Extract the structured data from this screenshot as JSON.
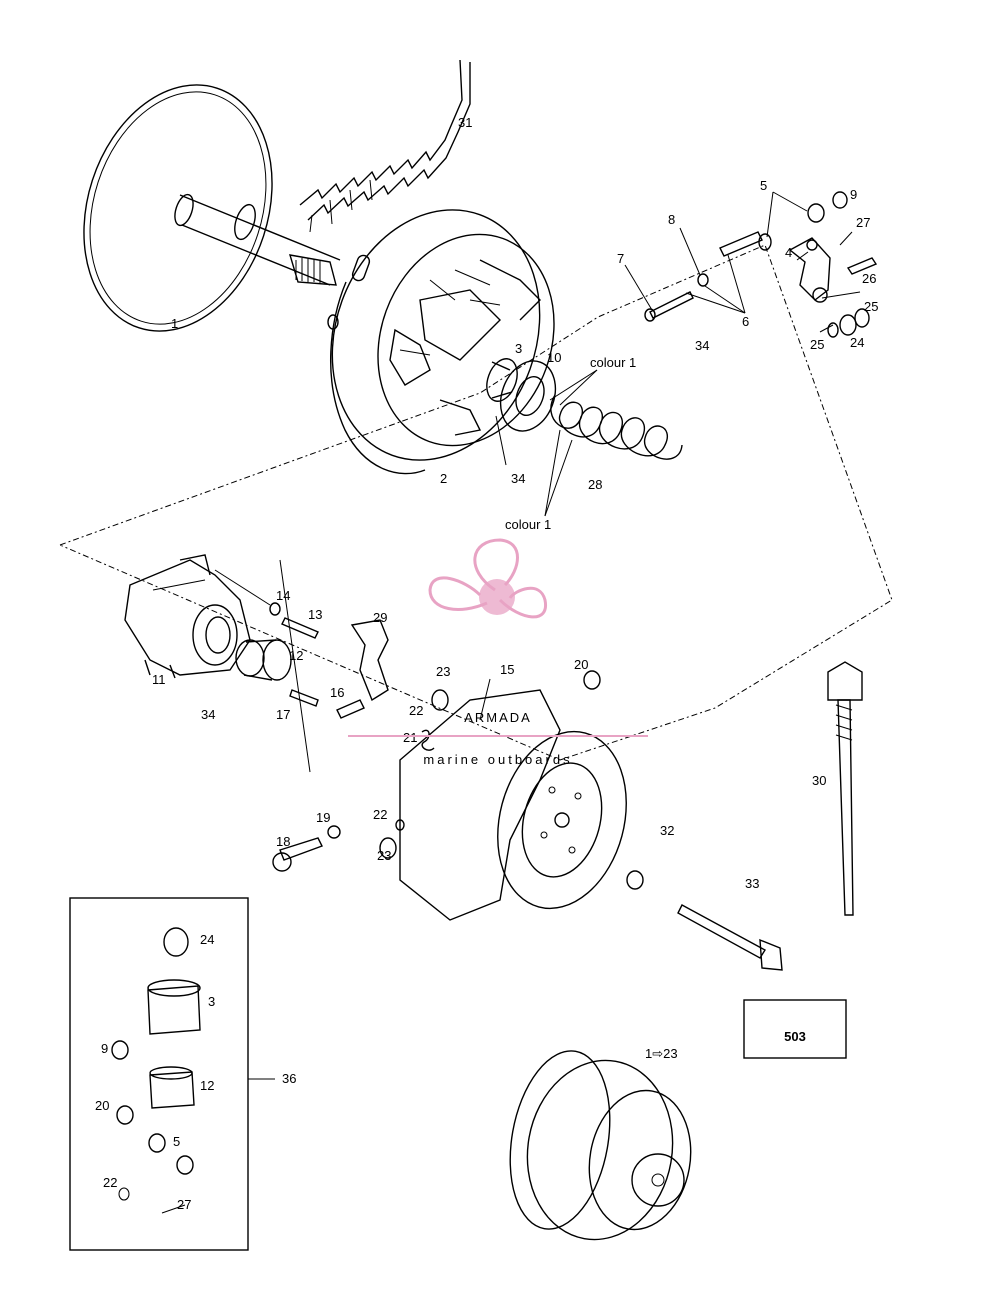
{
  "diagram": {
    "page_number": "503",
    "callouts": {
      "c1": "1",
      "c2": "2",
      "c3": "3",
      "c4": "4",
      "c5": "5",
      "c6": "6",
      "c7": "7",
      "c8": "8",
      "c9": "9",
      "c10": "10",
      "c11": "11",
      "c12": "12",
      "c13": "13",
      "c14": "14",
      "c15": "15",
      "c16": "16",
      "c17": "17",
      "c18": "18",
      "c19": "19",
      "c20": "20",
      "c21": "21",
      "c22a": "22",
      "c22b": "22",
      "c23a": "23",
      "c23b": "23",
      "c24": "24",
      "c25a": "25",
      "c25b": "25",
      "c26": "26",
      "c27": "27",
      "c28": "28",
      "c29": "29",
      "c30": "30",
      "c31": "31",
      "c32": "32",
      "c33": "33",
      "c34a": "34",
      "c34b": "34",
      "c34c": "34",
      "c36": "36",
      "colour1a": "colour 1",
      "colour1b": "colour 1",
      "assembly": "1⇨23"
    },
    "kit_callouts": {
      "k24": "24",
      "k3": "3",
      "k9": "9",
      "k12": "12",
      "k20": "20",
      "k5": "5",
      "k22": "22",
      "k27": "27"
    }
  },
  "watermark": {
    "title": "ARMADA",
    "subtitle": "marine outboards",
    "color": "#e8a3c4"
  }
}
